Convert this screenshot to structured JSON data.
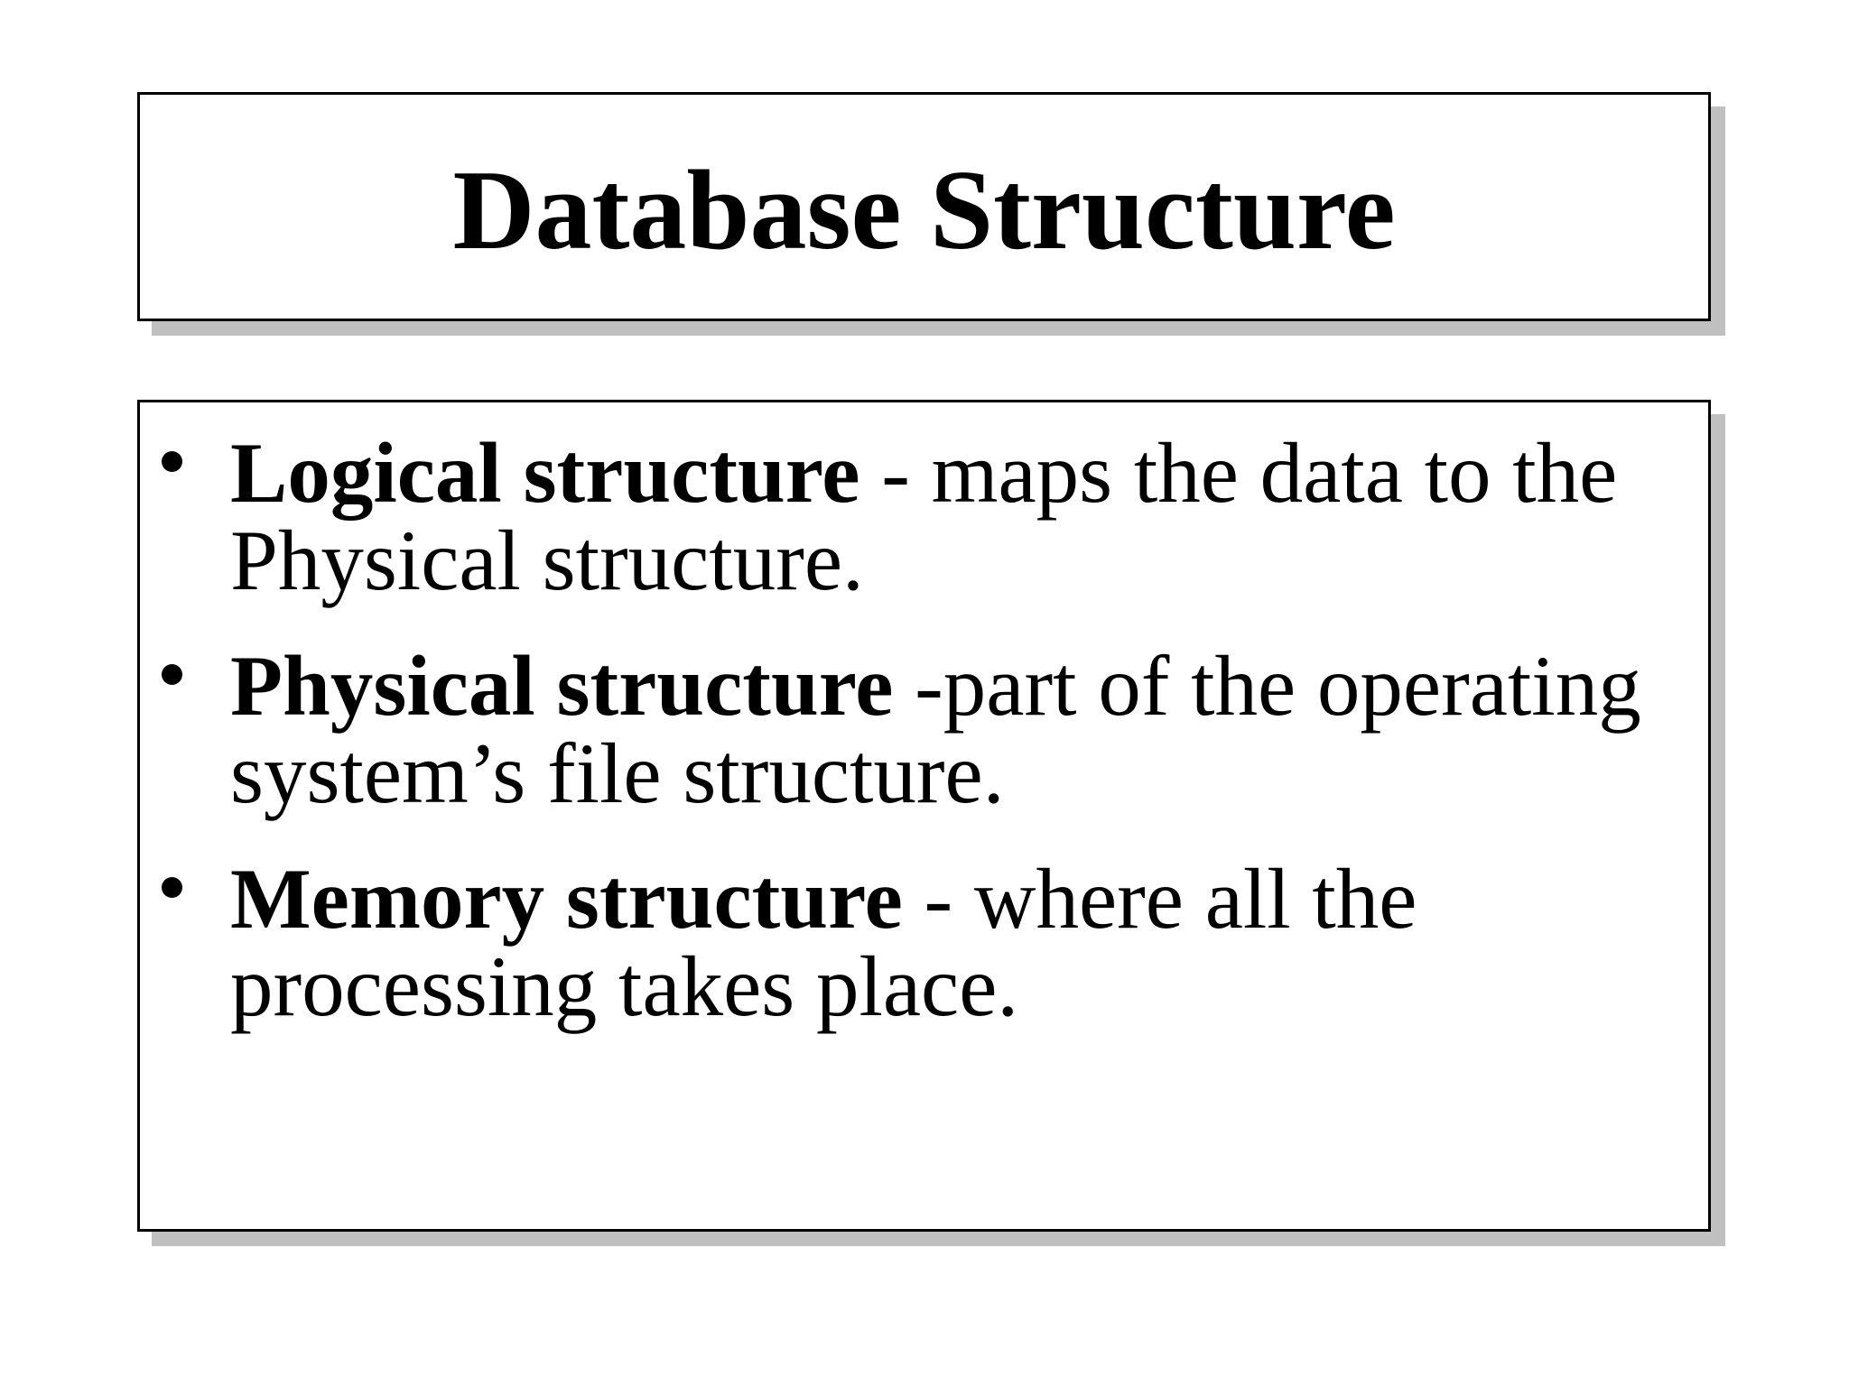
{
  "slide": {
    "title": "Database Structure",
    "bullets": [
      {
        "bold": "Logical structure",
        "rest": " - maps the data to the",
        "line2": "Physical structure."
      },
      {
        "bold": "Physical structure",
        "rest": " -part of the operating",
        "line2": "system’s file structure."
      },
      {
        "bold": "Memory structure",
        "rest": " - where all the",
        "line2": "processing takes place."
      }
    ],
    "colors": {
      "background": "#ffffff",
      "text": "#000000",
      "border": "#000000",
      "shadow": "#c0c0c0"
    }
  }
}
